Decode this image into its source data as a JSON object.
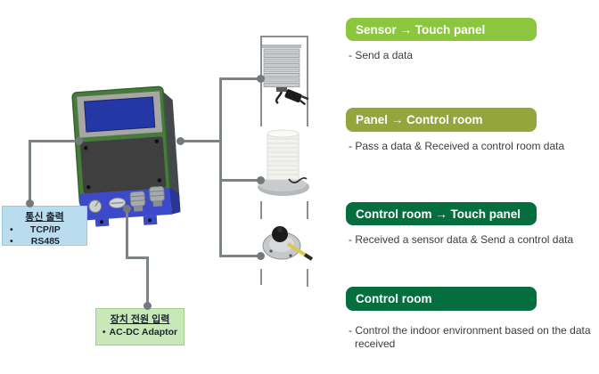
{
  "colors": {
    "connector_line": "#7e8386",
    "pill_light_green": "#8cc63e",
    "pill_olive_green": "#94a53c",
    "pill_dark_green": "#046e3e",
    "comm_box_bg": "#b9ddef",
    "power_box_bg": "#c9e8ba",
    "device_body_green": "#487a3c",
    "device_lcd_blue": "#2438a5",
    "device_bottom_blue": "#3c49c8"
  },
  "device": {
    "name": "touch-panel-controller"
  },
  "comm_output_box": {
    "title": "통신 출력",
    "bullet": "•",
    "items": [
      "TCP/IP",
      "RS485"
    ]
  },
  "power_input_box": {
    "title": "장치 전원 입력",
    "bullet": "•",
    "items": [
      "AC-DC Adaptor"
    ]
  },
  "sensors": [
    {
      "name": "radiation-shield-sensor"
    },
    {
      "name": "cylindrical-sensor"
    },
    {
      "name": "disc-sensor"
    }
  ],
  "info_panels": [
    {
      "title": "Sensor → Touch panel",
      "notes": [
        "- Send a data"
      ]
    },
    {
      "title": "Panel → Control room",
      "notes": [
        "- Pass a data & Received a control room data"
      ]
    },
    {
      "title": "Control room → Touch panel",
      "notes": [
        "- Received a sensor data & Send a control data"
      ]
    },
    {
      "title": "Control room",
      "notes": [
        "- Control the indoor environment based on the data received"
      ]
    }
  ]
}
